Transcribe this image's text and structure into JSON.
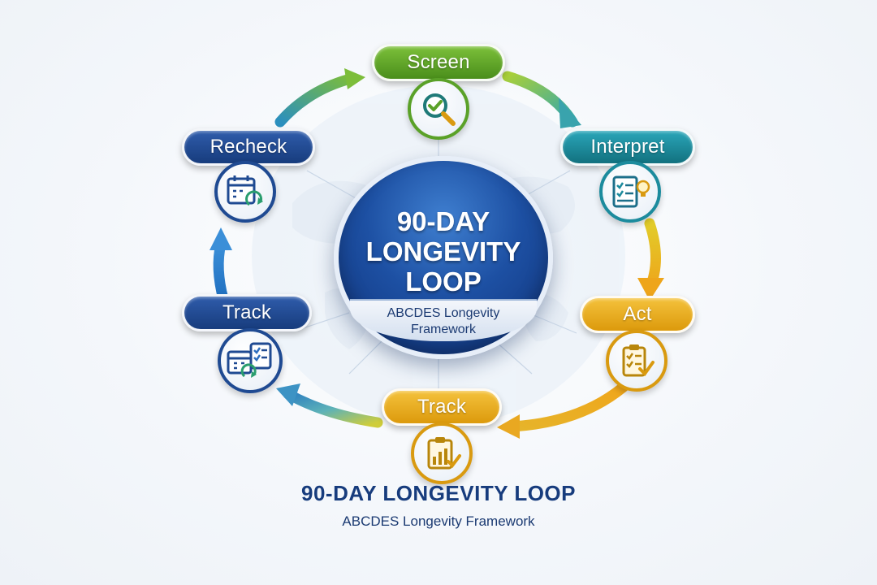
{
  "diagram": {
    "center": {
      "title": "90-DAY\nLONGEVITY\nLOOP",
      "subtitle": "ABCDES Longevity\nFramework"
    },
    "stages": [
      {
        "id": "screen",
        "label": "Screen",
        "icon": "magnifier-check-icon",
        "color": "#5aa128"
      },
      {
        "id": "interpret",
        "label": "Interpret",
        "icon": "checklist-lightbulb-icon",
        "color": "#1c8b9d"
      },
      {
        "id": "act",
        "label": "Act",
        "icon": "clipboard-check-icon",
        "color": "#e0a417"
      },
      {
        "id": "track-bottom",
        "label": "Track",
        "icon": "chart-clipboard-icon",
        "color": "#e0a417"
      },
      {
        "id": "track-left",
        "label": "Track",
        "icon": "calendar-checklist-icon",
        "color": "#1f4a92"
      },
      {
        "id": "recheck",
        "label": "Recheck",
        "icon": "calendar-refresh-icon",
        "color": "#1f4a92"
      }
    ]
  },
  "footer": {
    "title": "90-DAY LONGEVITY LOOP",
    "subtitle": "ABCDES Longevity Framework"
  }
}
